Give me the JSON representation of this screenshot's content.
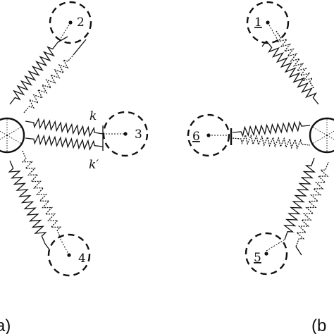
{
  "panel_a": {
    "caption": "a)",
    "node_labels": {
      "n2": "2",
      "n3": "3",
      "n4": "4"
    },
    "spring_labels": {
      "k": "k",
      "k_prime": "k′"
    }
  },
  "panel_b": {
    "caption": "(b",
    "node_labels": {
      "n1": "1",
      "n5": "5",
      "n6": "6"
    }
  },
  "colors": {
    "line": "#111111",
    "background": "#ffffff"
  }
}
